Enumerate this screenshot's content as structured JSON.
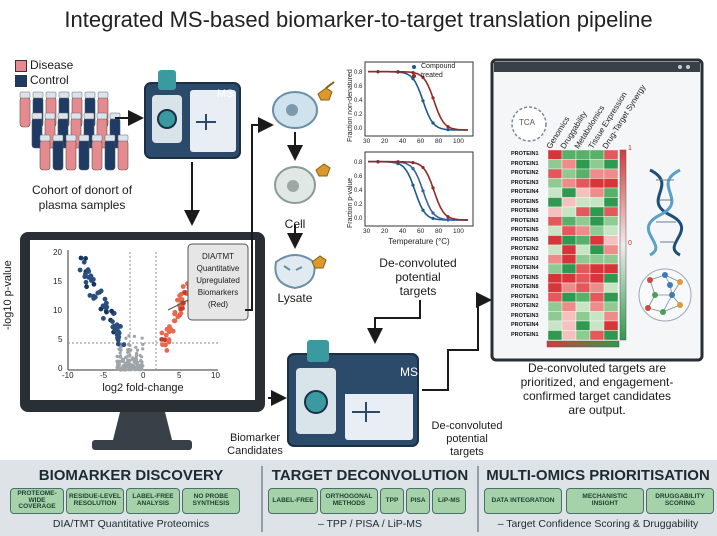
{
  "title": "Integrated MS-based biomarker-to-target translation pipeline",
  "cohort": {
    "legend_disease": "Disease",
    "legend_control": "Control",
    "caption_line1": "Cohort of donort of",
    "caption_line2": "plasma samples",
    "colors": {
      "disease": "#e58a8f",
      "control": "#1e3b66"
    }
  },
  "ms_top": {
    "label": "MS"
  },
  "volcano": {
    "ylabel": "-log10 p-value",
    "xlabel": "log2 fold-change",
    "y_ticks": [
      "0",
      "5",
      "10",
      "15",
      "20"
    ],
    "x_ticks": [
      "-10",
      "-5",
      "0",
      "5",
      "10"
    ],
    "callout": [
      "DIA/TMT",
      "Quantitative",
      "Upregulated",
      "Biomarkers",
      "(Red)"
    ]
  },
  "cell_panel": {
    "cell_label": "Cell",
    "lysate_label": "Lysate"
  },
  "melt_curves": {
    "legend": [
      "Compound",
      "treated"
    ],
    "top_ylabel": "Fraction non-denatured",
    "bottom_ylabel": "Fraction p-value",
    "xlabel": "Temperature (°C)",
    "x_ticks": [
      "30",
      "20",
      "40",
      "60",
      "80",
      "100"
    ],
    "top_x_ticks": [
      "30",
      "20",
      "40",
      "60",
      "80",
      "100"
    ],
    "y_ticks": [
      "0.0",
      "0.2",
      "0.4",
      "0.6",
      "0.8"
    ],
    "caption": [
      "De-convoluted",
      "potential",
      "targets"
    ]
  },
  "heatmap": {
    "badge": "TCA",
    "columns": [
      "Genomics",
      "Druggability",
      "Metabolomics",
      "Tissue Expression",
      "Drug-Target Synergy"
    ],
    "rows": [
      "PROTEIN1",
      "PROTEIN1",
      "PROTEIN2",
      "PROTEIN3",
      "PROTEIN4",
      "PROTEIN5",
      "PROTEIN6",
      "PROTEIN3",
      "PROTEIN5",
      "PROTEIN5",
      "PROTEIN2",
      "PROTEIN3",
      "PROTEIN4",
      "PROTEIN5",
      "PROTEIN8",
      "PROTEIN1",
      "PROTEIN2",
      "PROTEIN3",
      "PROTEIN4",
      "PROTEIN1"
    ],
    "scale_top": "1",
    "scale_mid": "0",
    "caption": [
      "De-convoluted targets are",
      "prioritized, and engagement-",
      "confirmed target candidates",
      "are output."
    ]
  },
  "ms_bottom": {
    "label": "MS"
  },
  "flow_labels": {
    "biomarker_candidates": [
      "Biomarker",
      "Candidates"
    ],
    "deconvoluted": [
      "De-convoluted",
      "potential",
      "targets"
    ]
  },
  "bottom_bar": {
    "sections": [
      {
        "heading": "BIOMARKER DISCOVERY",
        "pills": [
          "PROTEOME-WIDE\nCOVERAGE",
          "RESIDUE-LEVEL\nRESOLUTION",
          "LABEL-FREE\nANALYSIS",
          "NO PROBE\nSYNTHESIS"
        ],
        "subtitle": "DIA/TMT Quantitative Proteomics"
      },
      {
        "heading": "TARGET DECONVOLUTION",
        "pills": [
          "LABEL-FREE",
          "ORTHOGONAL\nMETHODS",
          "TPP",
          "PISA",
          "LiP-MS"
        ],
        "subtitle": "– TPP / PISA / LiP-MS"
      },
      {
        "heading": "MULTI-OMICS PRIORITISATION",
        "pills": [
          "DATA INTEGRATION",
          "MECHANISTIC\nINSIGHT",
          "DRUGGABILITY\nSCORING"
        ],
        "subtitle": "– Target Confidence Scoring & Druggability"
      }
    ]
  }
}
